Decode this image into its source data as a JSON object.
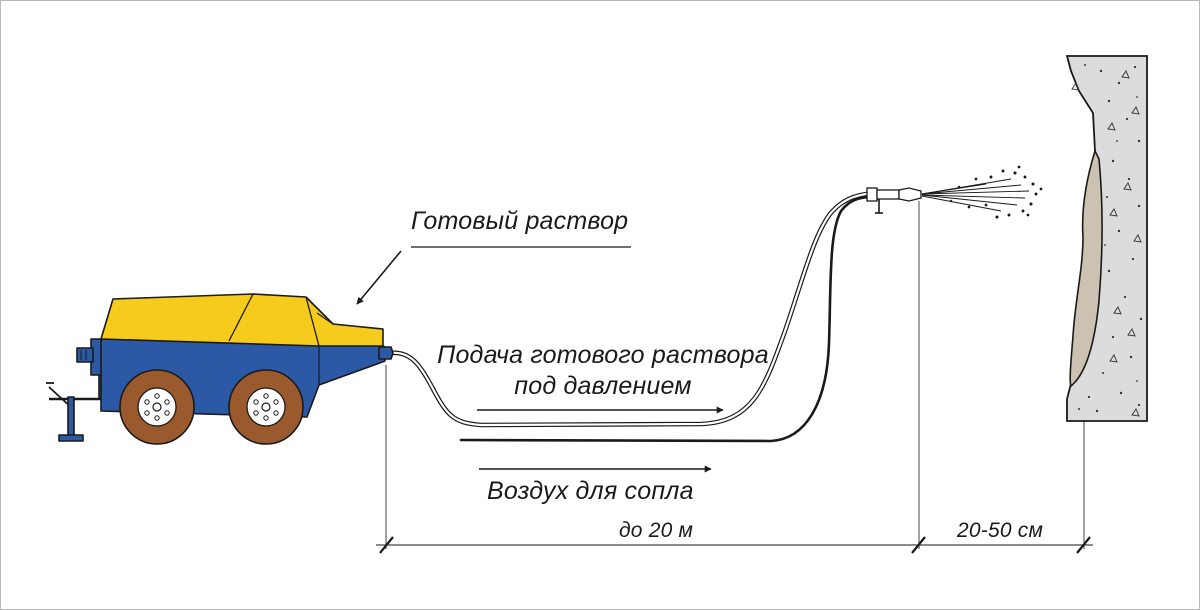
{
  "labels": {
    "ready_mortar": "Готовый раствор",
    "mortar_supply_line1": "Подача готового раствора",
    "mortar_supply_line2": "под давлением",
    "nozzle_air": "Воздух для сопла",
    "hose_length": "до 20 м",
    "nozzle_distance": "20-50 см"
  },
  "colors": {
    "machine_top": "#f5cc1c",
    "machine_body": "#2b59a6",
    "wheel_tire": "#9b5a2e",
    "line": "#1a1a1a",
    "wall_concrete": "#dcdcdc",
    "plaster_layer": "#cbc2b2"
  },
  "icons": {
    "machine": "plaster-pump-machine",
    "nozzle": "spray-nozzle",
    "wall": "concrete-wall"
  }
}
